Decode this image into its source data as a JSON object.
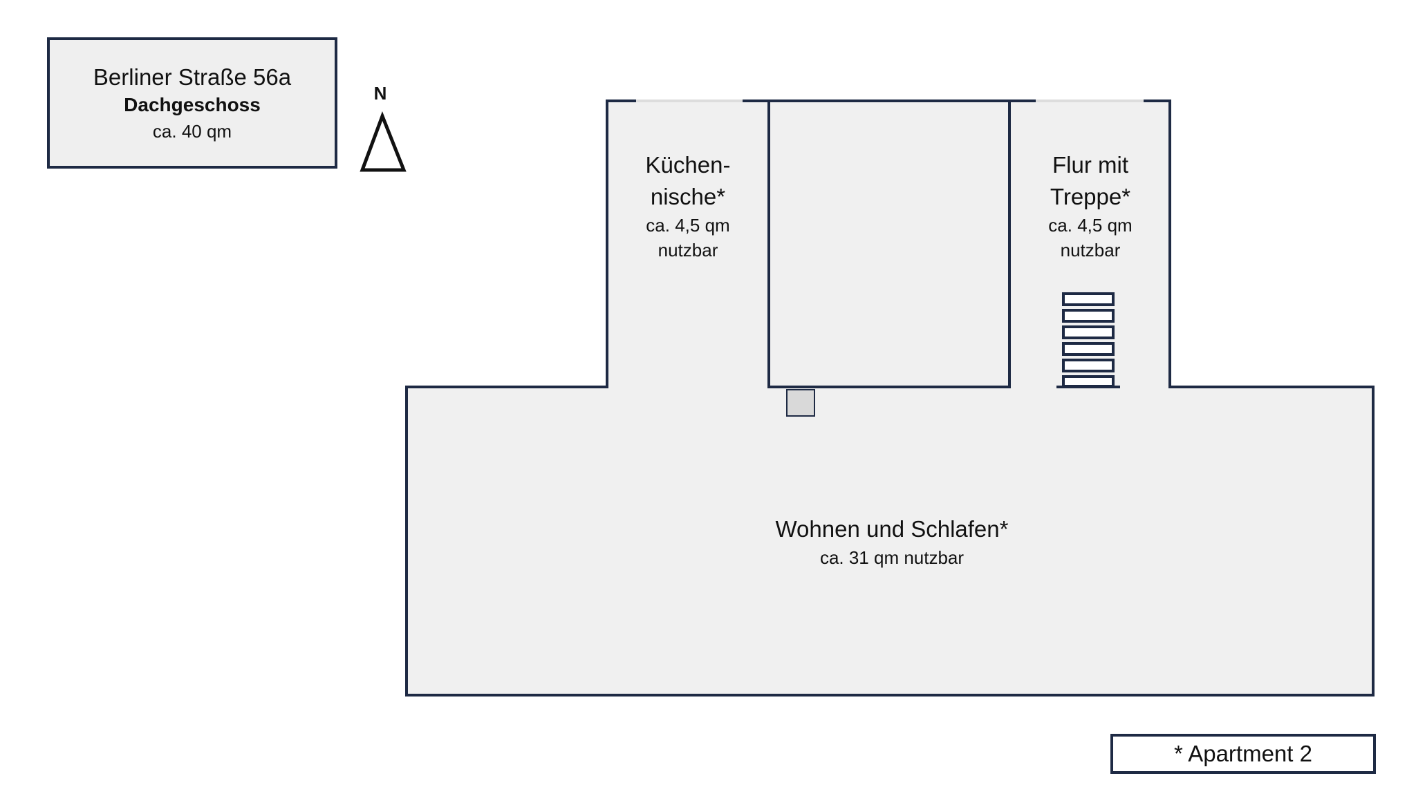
{
  "header": {
    "address": "Berliner Straße 56a",
    "floor": "Dachgeschoss",
    "area": "ca. 40 qm"
  },
  "compass": {
    "label": "N"
  },
  "rooms": {
    "kitchen": {
      "name_line1": "Küchen-",
      "name_line2": "nische*",
      "area": "ca. 4,5 qm",
      "note": "nutzbar"
    },
    "hallway": {
      "name_line1": "Flur mit",
      "name_line2": "Treppe*",
      "area": "ca. 4,5 qm",
      "note": "nutzbar"
    },
    "living": {
      "name": "Wohnen und Schlafen*",
      "area": "ca. 31 qm nutzbar"
    }
  },
  "legend": {
    "text": "* Apartment 2"
  },
  "colors": {
    "wall": "#1e2a44",
    "floor": "#f0f0f0",
    "chimney": "#d9d9d9",
    "window": "#dddddd"
  }
}
